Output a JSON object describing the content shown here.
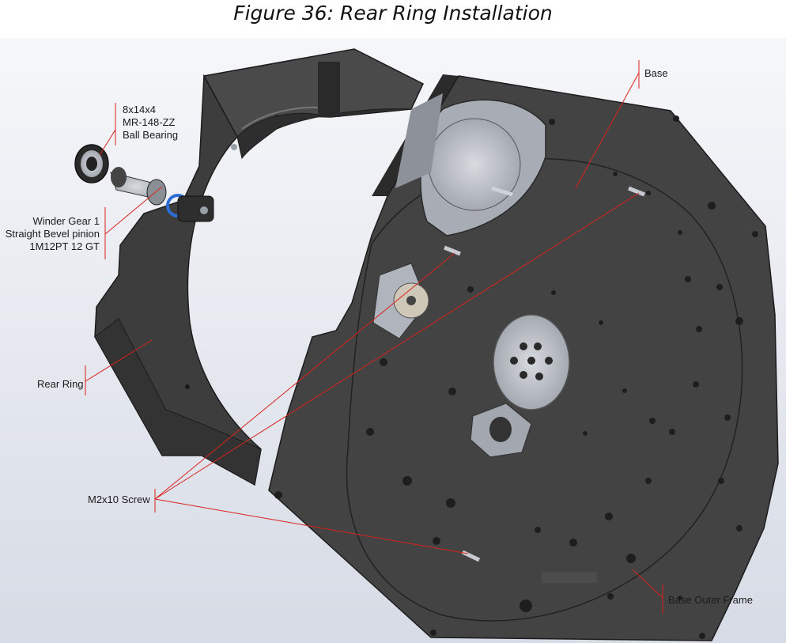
{
  "figure": {
    "caption": "Figure 36: Rear Ring Installation"
  },
  "callouts": {
    "bearing": {
      "lines": [
        "8x14x4",
        "MR-148-ZZ",
        "Ball Bearing"
      ]
    },
    "winder_gear": {
      "lines": [
        "Winder Gear 1",
        "Straight Bevel pinion",
        "1M12PT 12 GT"
      ]
    },
    "rear_ring": {
      "text": "Rear Ring"
    },
    "screw": {
      "text": "M2x10 Screw"
    },
    "base": {
      "text": "Base"
    },
    "base_outer_frame": {
      "text": "Base Outer Frame"
    }
  },
  "colors": {
    "part_dark": "#3a3a3a",
    "part_edge": "#1c1c1c",
    "leader": "#d9221c",
    "background_top": "#f3f4f8",
    "background_bottom": "#d9dde6",
    "metal": "#b8bcc4",
    "bearing_accent": "#2b6fd6"
  }
}
